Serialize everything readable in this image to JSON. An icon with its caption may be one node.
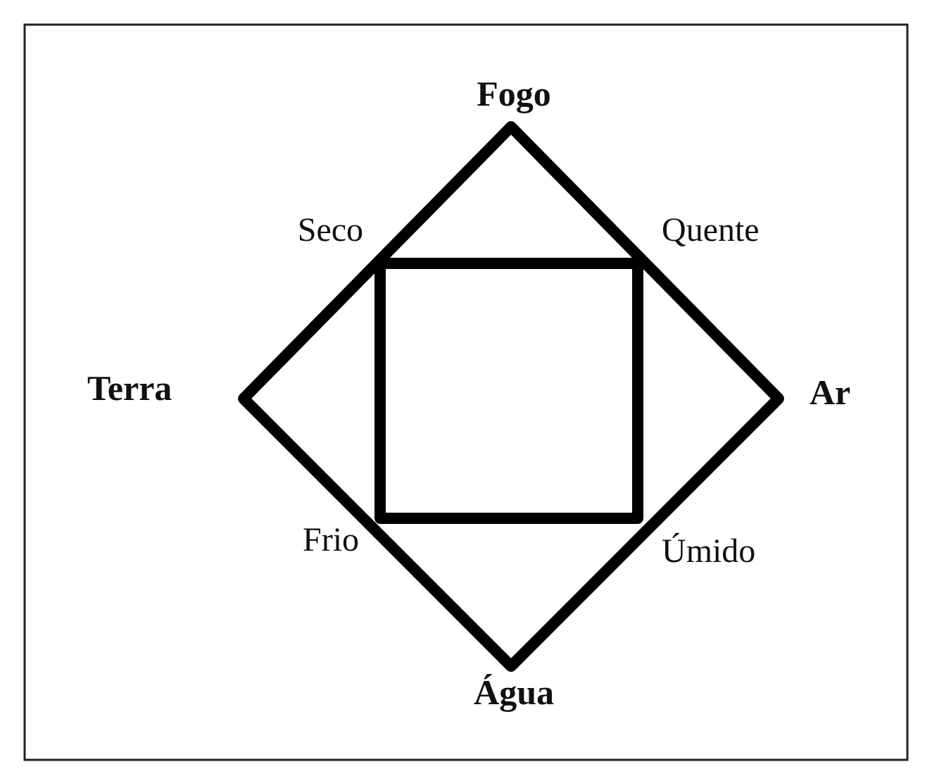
{
  "diagram": {
    "labels": [
      "Fogo",
      "Seco",
      "Quente",
      "Terra",
      "Ar",
      "Frio",
      "Úmido",
      "Água"
    ]
  }
}
